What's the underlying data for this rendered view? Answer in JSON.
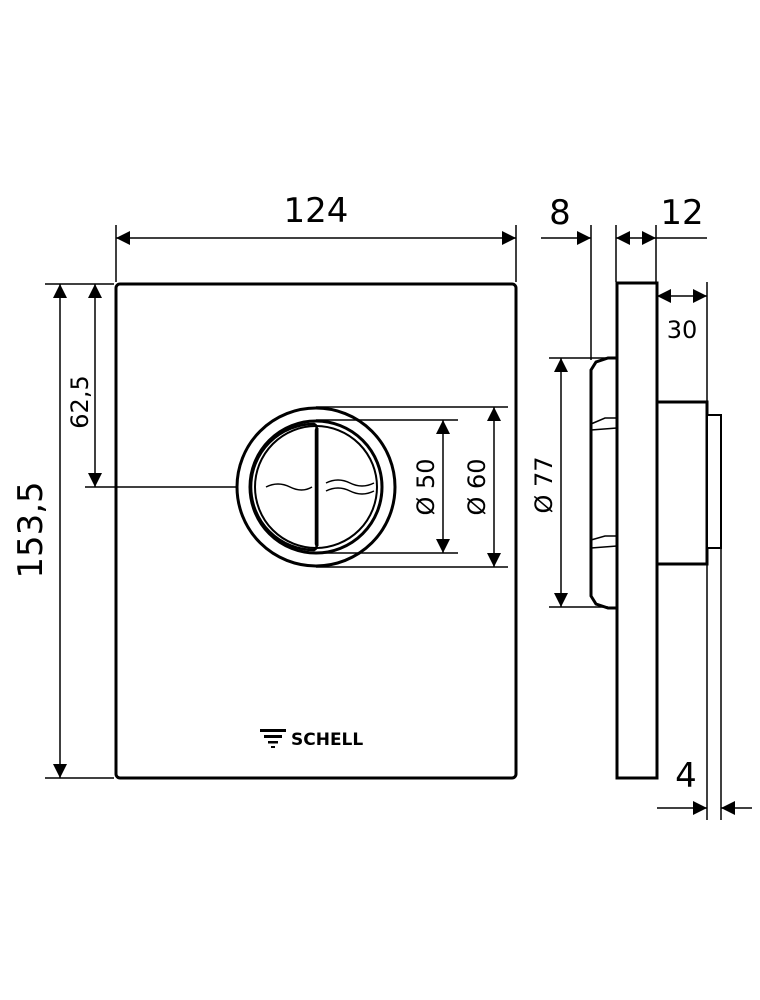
{
  "dimensions": {
    "width": "124",
    "height": "153,5",
    "button_offset": "62,5",
    "inner_diameter": "Ø 50",
    "outer_diameter": "Ø 60",
    "boss_diameter": "Ø 77",
    "boss_depth": "8",
    "plate_thickness": "12",
    "box_depth": "30",
    "cap_depth": "4"
  },
  "logo": {
    "text": "SCHELL"
  },
  "colors": {
    "line": "#000000",
    "background": "#ffffff"
  }
}
